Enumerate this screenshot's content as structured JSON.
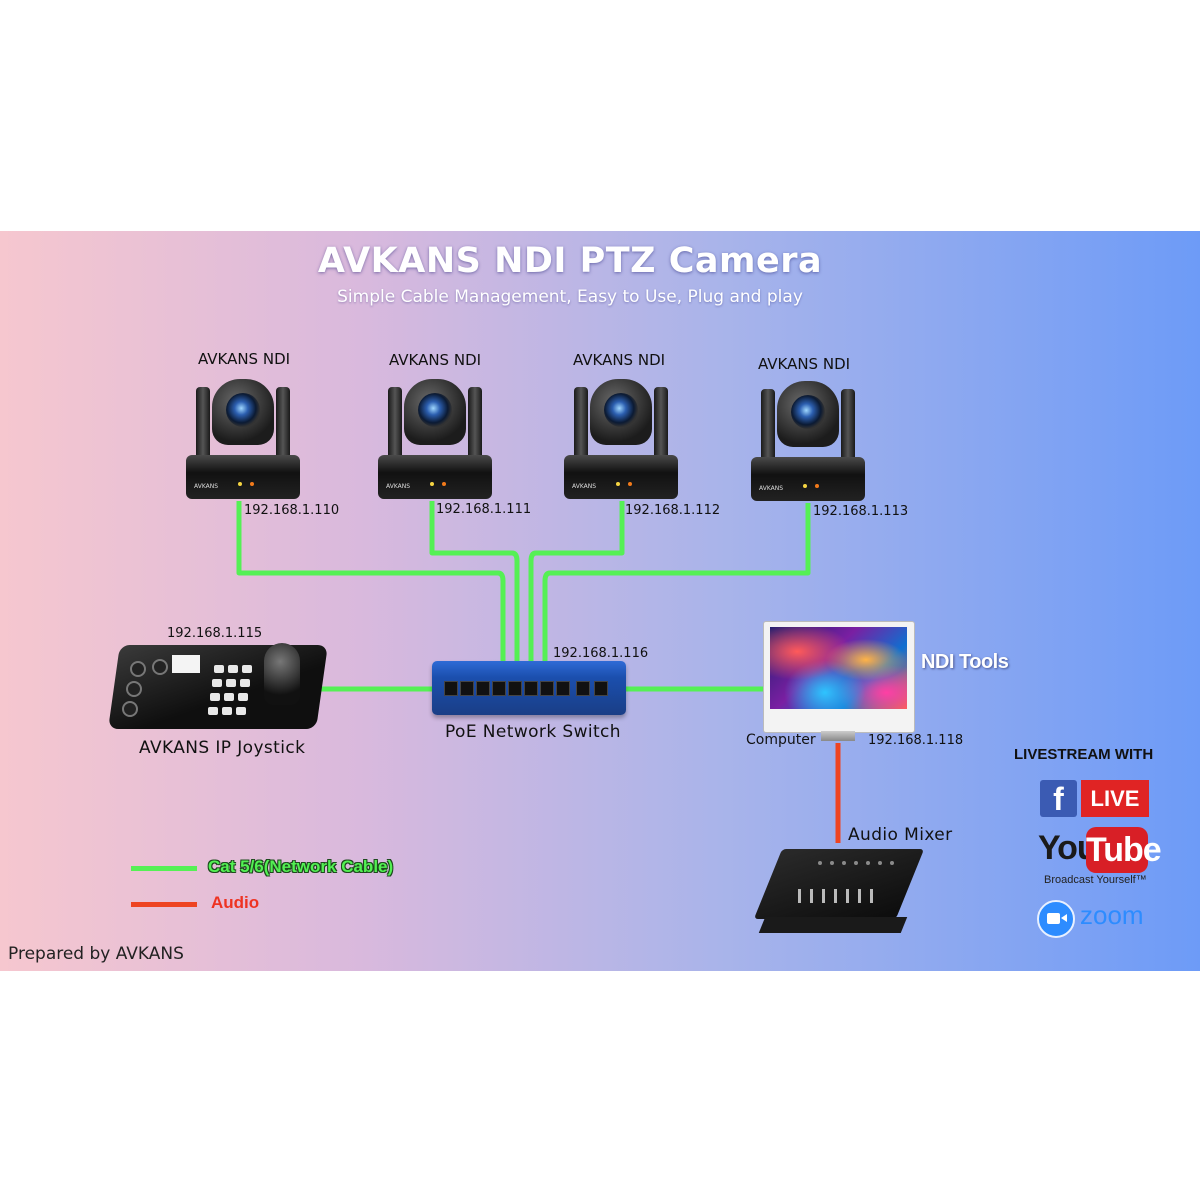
{
  "diagram": {
    "title": "AVKANS NDI PTZ Camera",
    "subtitle": "Simple Cable Management, Easy to Use, Plug and play",
    "cameras": [
      {
        "label": "AVKANS NDI",
        "ip": "192.168.1.110",
        "brand": "AVKANS"
      },
      {
        "label": "AVKANS NDI",
        "ip": "192.168.1.111",
        "brand": "AVKANS"
      },
      {
        "label": "AVKANS NDI",
        "ip": "192.168.1.112",
        "brand": "AVKANS"
      },
      {
        "label": "AVKANS NDI",
        "ip": "192.168.1.113",
        "brand": "AVKANS"
      }
    ],
    "joystick": {
      "label": "AVKANS IP Joystick",
      "ip": "192.168.1.115",
      "brand": "AVKANS"
    },
    "switch": {
      "label": "PoE Network Switch",
      "ip": "192.168.1.116"
    },
    "computer": {
      "label": "Computer",
      "ip": "192.168.1.118",
      "software": "NDI Tools"
    },
    "mixer": {
      "label": "Audio Mixer"
    },
    "livestream": {
      "heading": "LIVESTREAM WITH",
      "facebook_icon": "facebook-icon",
      "facebook_badge": "LIVE",
      "youtube_you": "You",
      "youtube_tube": "Tube",
      "youtube_tagline": "Broadcast Yourself™",
      "zoom_icon": "zoom-camera-icon",
      "zoom_word": "zoom"
    },
    "legend": [
      {
        "label": "Cat 5/6(Network Cable)",
        "color": "#55f055"
      },
      {
        "label": "Audio",
        "color": "#ee4422"
      }
    ],
    "footer": "Prepared by AVKANS",
    "colors": {
      "network_cable": "#55f055",
      "audio_cable": "#ee4422",
      "switch": "#2358c0",
      "facebook": "#3b5bb3",
      "youtube": "#d81f26",
      "zoom": "#2d8cff"
    }
  }
}
